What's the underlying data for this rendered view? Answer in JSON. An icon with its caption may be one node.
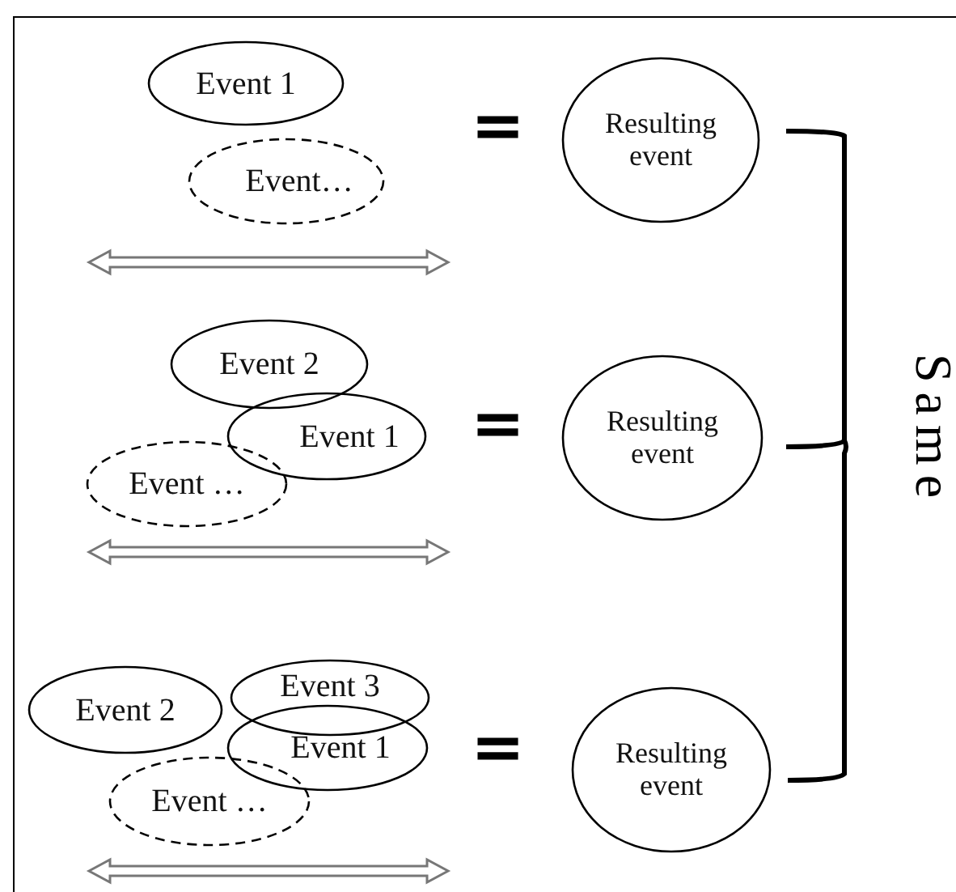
{
  "diagram": {
    "nodes": [
      {
        "text": [
          "Event 1"
        ]
      },
      {
        "text": [
          "Event…"
        ]
      },
      {
        "text": [
          "Resulting event"
        ]
      },
      {
        "text": [
          "Event 2"
        ]
      },
      {
        "text": [
          "Event 1"
        ]
      },
      {
        "text": [
          "Event …"
        ]
      },
      {
        "text": [
          "Resulting event"
        ]
      },
      {
        "text": [
          "Event 2"
        ]
      },
      {
        "text": [
          "Event 3"
        ]
      },
      {
        "text": [
          "Event 1"
        ]
      },
      {
        "text": [
          "Event …"
        ]
      },
      {
        "text": [
          "Resulting event"
        ]
      }
    ],
    "edges": [],
    "labels": [
      "=",
      "=",
      "=",
      "Same"
    ]
  }
}
